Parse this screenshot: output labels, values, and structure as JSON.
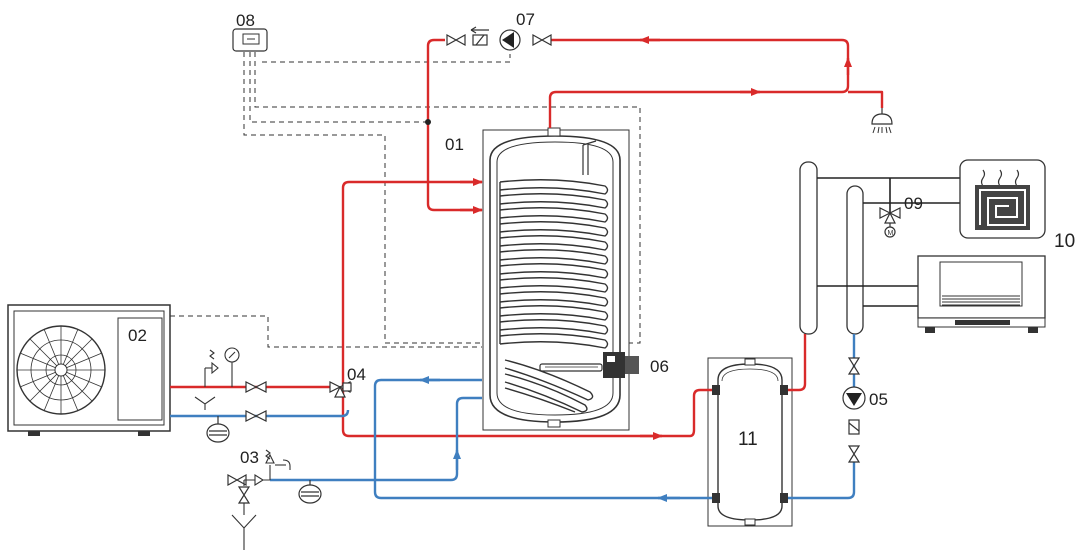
{
  "colors": {
    "hot_line": "#d92a2a",
    "cold_line": "#3f7fc0",
    "signal_line": "#333333",
    "outline": "#333333",
    "label": "#222222"
  },
  "labels": {
    "c01": "01",
    "c02": "02",
    "c03": "03",
    "c04": "04",
    "c05": "05",
    "c06": "06",
    "c07": "07",
    "c08": "08",
    "c09": "09",
    "c10": "10",
    "c11": "11"
  },
  "components": [
    {
      "label": "01",
      "icon": "storage-tank-with-coil-icon"
    },
    {
      "label": "02",
      "icon": "heat-pump-outdoor-unit-icon"
    },
    {
      "label": "03",
      "icon": "filling-valve-group-icon"
    },
    {
      "label": "04",
      "icon": "three-way-valve-icon"
    },
    {
      "label": "05",
      "icon": "circulation-pump-icon"
    },
    {
      "label": "06",
      "icon": "electric-heater-icon"
    },
    {
      "label": "07",
      "icon": "recirculation-pump-icon"
    },
    {
      "label": "08",
      "icon": "controller-icon"
    },
    {
      "label": "09",
      "icon": "mixing-valve-icon"
    },
    {
      "label": "10",
      "icon": "fan-coil-unit-icon"
    },
    {
      "label": "11",
      "icon": "buffer-tank-icon"
    }
  ]
}
